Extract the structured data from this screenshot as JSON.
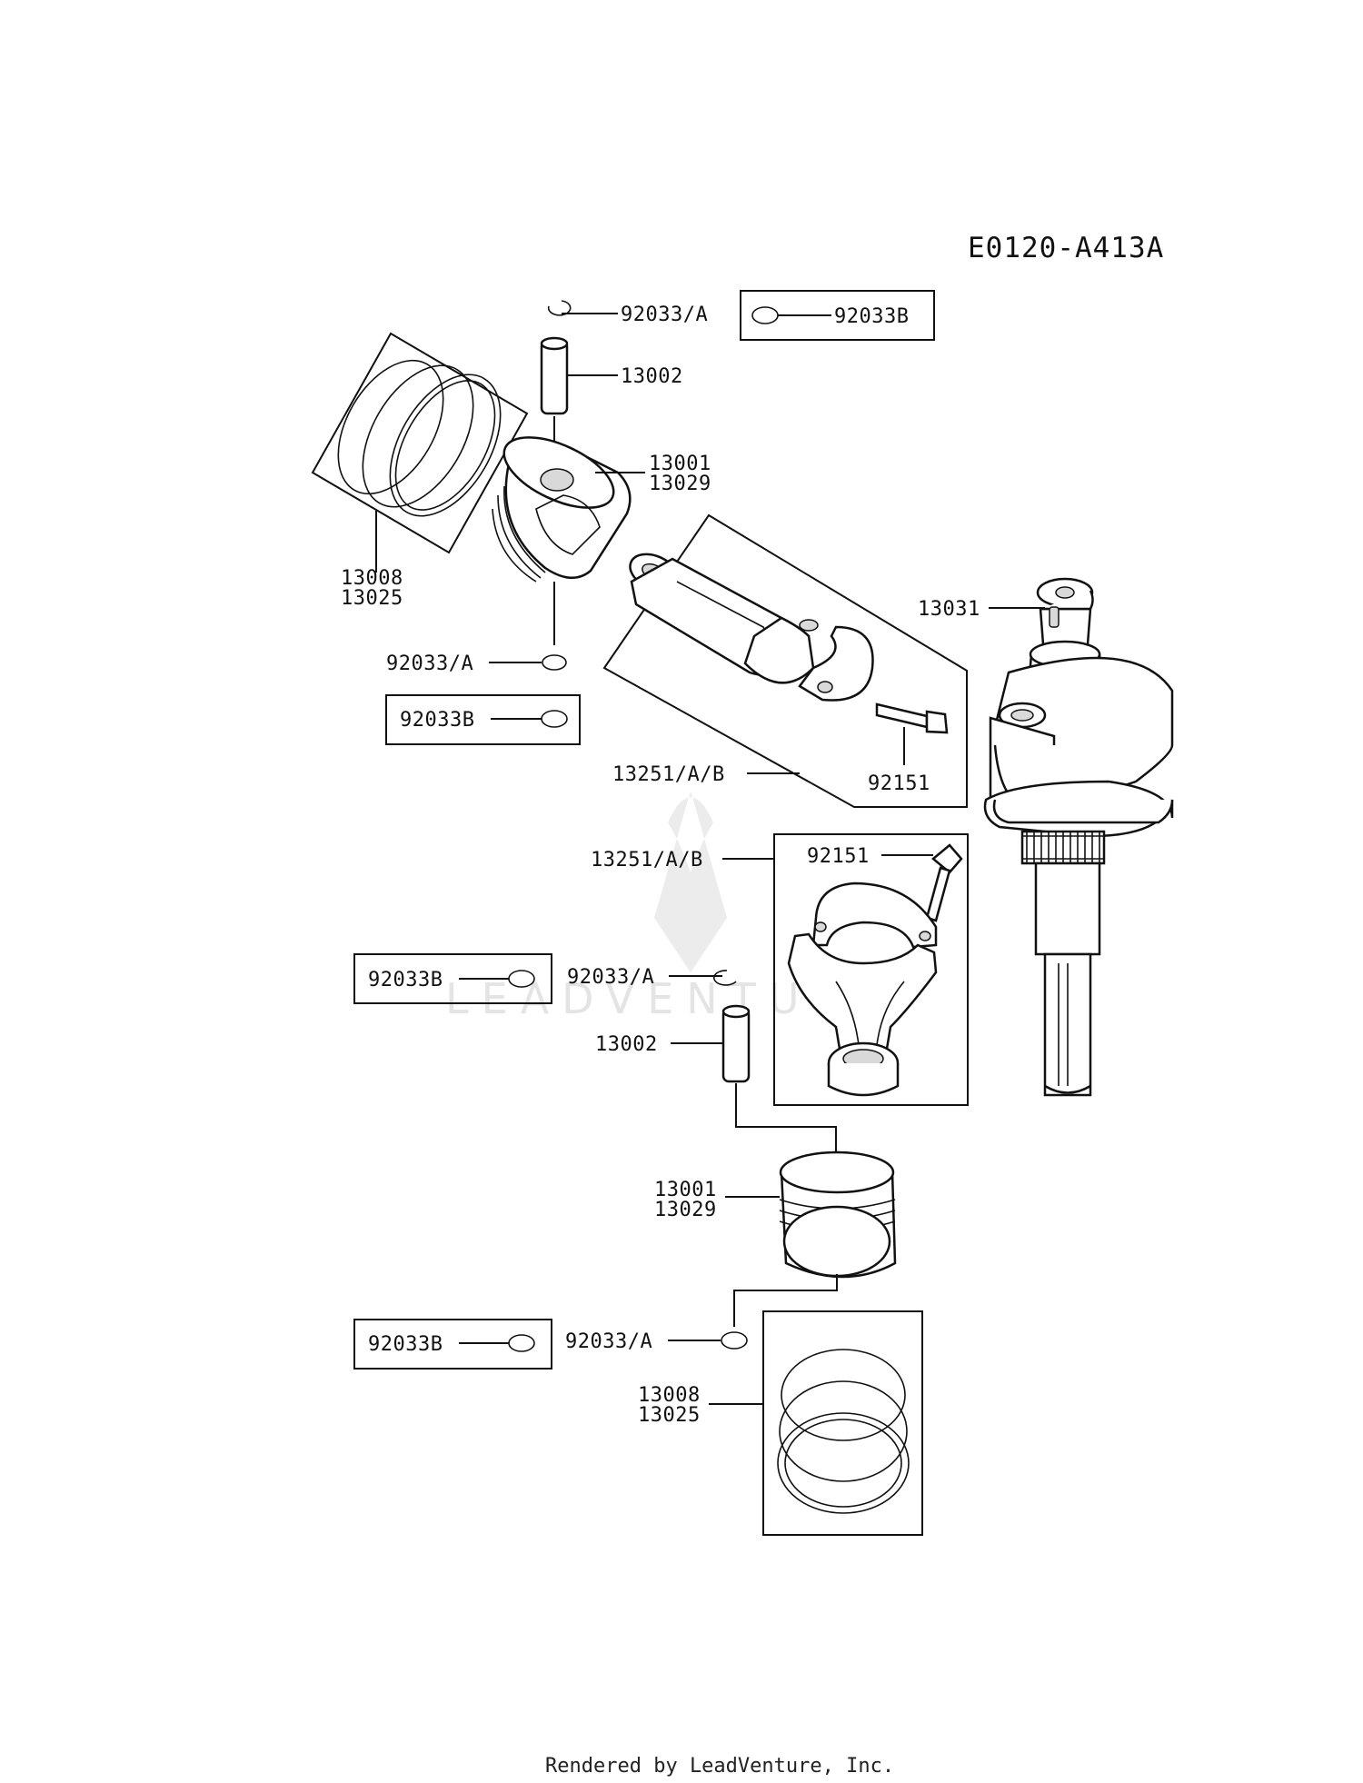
{
  "diagram_code": "E0120-A413A",
  "footer": "Rendered by LeadVenture, Inc.",
  "watermark": "LEADVENTURE",
  "callouts": {
    "top_snap_ring_a": "92033/A",
    "top_snap_ring_b": "92033B",
    "top_pin": "13002",
    "top_piston_1": "13001",
    "top_piston_2": "13029",
    "top_rings_1": "13008",
    "top_rings_2": "13025",
    "left_snap_ring_a": "92033/A",
    "left_snap_ring_b": "92033B",
    "upper_rod": "13251/A/B",
    "upper_rod_bolt": "92151",
    "crankshaft": "13031",
    "lower_rod_bolt": "92151",
    "lower_rod": "13251/A/B",
    "mid_snap_ring_b": "92033B",
    "mid_snap_ring_a": "92033/A",
    "lower_pin": "13002",
    "lower_piston_1": "13001",
    "lower_piston_2": "13029",
    "bottom_snap_ring_b": "92033B",
    "bottom_snap_ring_a": "92033/A",
    "bottom_rings_1": "13008",
    "bottom_rings_2": "13025"
  }
}
